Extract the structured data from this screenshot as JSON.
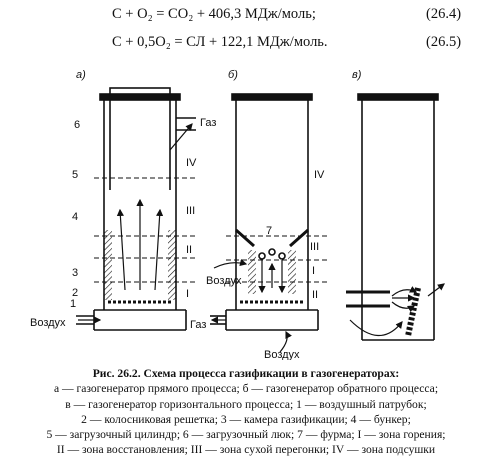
{
  "equations": [
    {
      "text": "C + O₂ = CO₂ + 406,3 МДж/моль;",
      "number": "(26.4)"
    },
    {
      "text": "C + 0,5O₂ = СЛ + 122,1 МДж/моль.",
      "number": "(26.5)"
    }
  ],
  "diagram": {
    "panel_labels": [
      "а)",
      "б)",
      "в)"
    ],
    "numbers": [
      "1",
      "2",
      "3",
      "4",
      "5",
      "6",
      "7"
    ],
    "zones_a": [
      "IV",
      "III",
      "II",
      "I"
    ],
    "zones_b": [
      "IV",
      "III",
      "I",
      "II"
    ],
    "labels": {
      "gas": "Газ",
      "air": "Воздух"
    }
  },
  "caption": {
    "title": "Рис. 26.2. Схема процесса газификации в газогенераторах:",
    "lines": [
      "а — газогенератор прямого процесса; б — газогенератор обратного процесса;",
      "в — газогенератор горизонтального процесса; 1 — воздушный патрубок;",
      "2 — колосниковая решетка; 3 — камера газификации; 4 — бункер;",
      "5 — загрузочный цилиндр; 6 — загрузочный люк; 7 — фурма; I — зона горения;",
      "II — зона восстановления; III — зона сухой перегонки; IV — зона подсушки"
    ]
  }
}
